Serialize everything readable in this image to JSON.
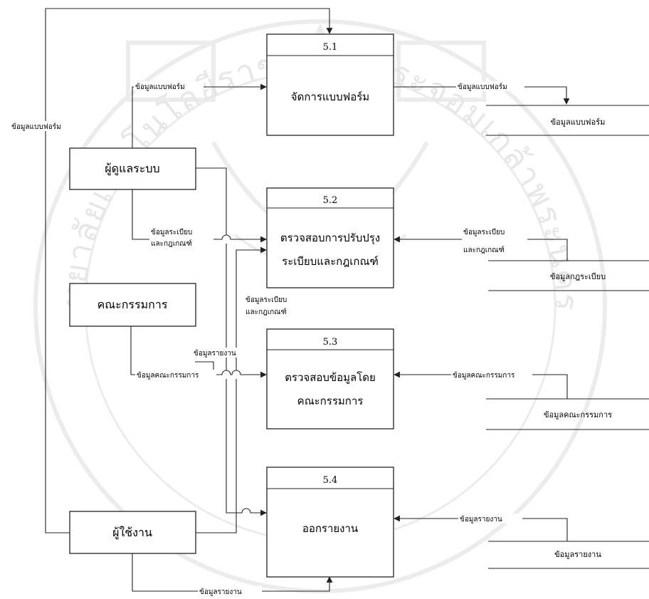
{
  "processes": [
    {
      "id": "5.1",
      "name_lines": [
        "จัดการแบบฟอร์ม"
      ]
    },
    {
      "id": "5.2",
      "name_lines": [
        "ตรวจสอบการปรับปรุง",
        "ระเบียบและกฎเกณฑ์"
      ]
    },
    {
      "id": "5.3",
      "name_lines": [
        "ตรวจสอบข้อมูลโดย",
        "คณะกรรมการ"
      ]
    },
    {
      "id": "5.4",
      "name_lines": [
        "ออกรายงาน"
      ]
    }
  ],
  "entities": {
    "admin": "ผู้ดูแลระบบ",
    "committee": "คณะกรรมการ",
    "user": "ผู้ใช้งาน"
  },
  "data_stores": {
    "form": "ข้อมูลแบบฟอร์ม",
    "rules": "ข้อมูลกฎระเบียบ",
    "committee": "ข้อมูลคณะกรรมการ",
    "report": "ข้อมูลรายงาน"
  },
  "flows": {
    "user_form": "ข้อมูลแบบฟอร์ม",
    "admin_form": "ข้อมูลแบบฟอร์ม",
    "p51_store": "ข้อมูลแบบฟอร์ม",
    "admin_rules_1": "ข้อมูลระเบียบ",
    "admin_rules_2": "และกฎเกณฑ์",
    "store_rules_1": "ข้อมูลระเบียบ",
    "store_rules_2": "และกฎเกณฑ์",
    "user_rules_1": "ข้อมูลระเบียบ",
    "user_rules_2": "และกฎเกณฑ์",
    "user_report_to53": "ข้อมูลรายงาน",
    "committee_data": "ข้อมูลคณะกรรมการ",
    "store_committee": "ข้อมูลคณะกรรมการ",
    "store_report": "ข้อมูลรายงาน",
    "user_report_bottom": "ข้อมูลรายงาน"
  },
  "watermark": {
    "text": "มหาวิทยาลัยเทคโนโลยีราชมงคลพระจอมเกล้าพระนครเหนือ"
  }
}
